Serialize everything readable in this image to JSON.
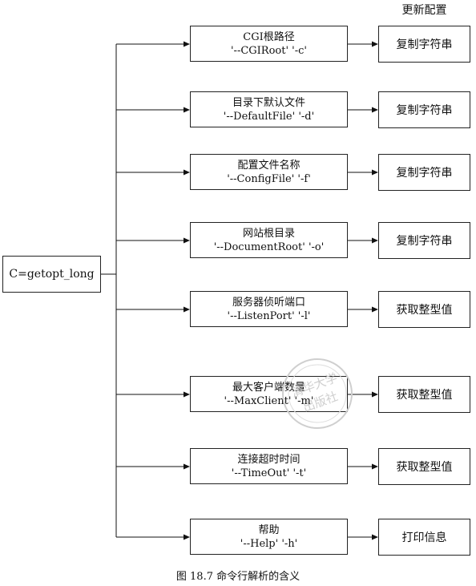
{
  "header": {
    "label": "更新配置"
  },
  "root": {
    "label": "C=getopt_long"
  },
  "options": [
    {
      "name": "CGI根路径",
      "flag": "'--CGIRoot'  '-c'",
      "action": "复制字符串"
    },
    {
      "name": "目录下默认文件",
      "flag": "'--DefaultFile'  '-d'",
      "action": "复制字符串"
    },
    {
      "name": "配置文件名称",
      "flag": "'--ConfigFile'  '-f'",
      "action": "复制字符串"
    },
    {
      "name": "网站根目录",
      "flag": "'--DocumentRoot'  '-o'",
      "action": "复制字符串"
    },
    {
      "name": "服务器侦听端口",
      "flag": "'--ListenPort'  '-l'",
      "action": "获取整型值"
    },
    {
      "name": "最大客户端数量",
      "flag": "'--MaxClient'  '-m'",
      "action": "获取整型值"
    },
    {
      "name": "连接超时时间",
      "flag": "'--TimeOut'  '-t'",
      "action": "获取整型值"
    },
    {
      "name": "帮助",
      "flag": "'--Help'  '-h'",
      "action": "打印信息"
    }
  ],
  "caption": {
    "label": "图 18.7    命令行解析的含义"
  },
  "watermark": {
    "text": "清华大学出版社"
  }
}
